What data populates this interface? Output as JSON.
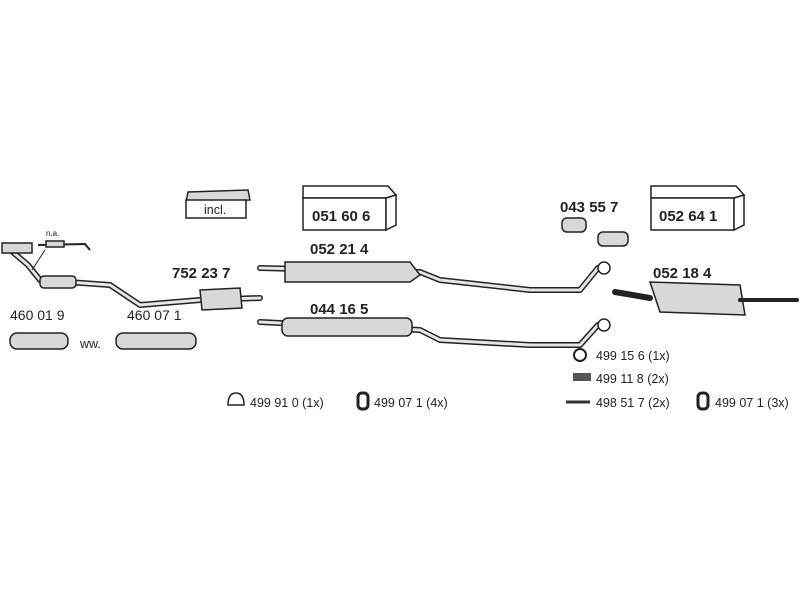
{
  "labels": {
    "incl": "incl.",
    "na": "n.a.",
    "ww": "ww.",
    "p752237": "752 23 7",
    "p460019": "460 01 9",
    "p460071": "460 07 1",
    "p051606": "051 60 6",
    "p052214": "052 21 4",
    "p044165": "044 16 5",
    "p043557": "043 55 7",
    "p052641": "052 64 1",
    "p052184": "052 18 4"
  },
  "hardware": [
    {
      "part": "499 91 0",
      "qty": "(1x)"
    },
    {
      "part": "499 07 1",
      "qty": "(4x)"
    },
    {
      "part": "499 15 6",
      "qty": "(1x)"
    },
    {
      "part": "499 11 8",
      "qty": "(2x)"
    },
    {
      "part": "498 51 7",
      "qty": "(2x)"
    },
    {
      "part": "499 07 1",
      "qty": "(3x)"
    }
  ]
}
